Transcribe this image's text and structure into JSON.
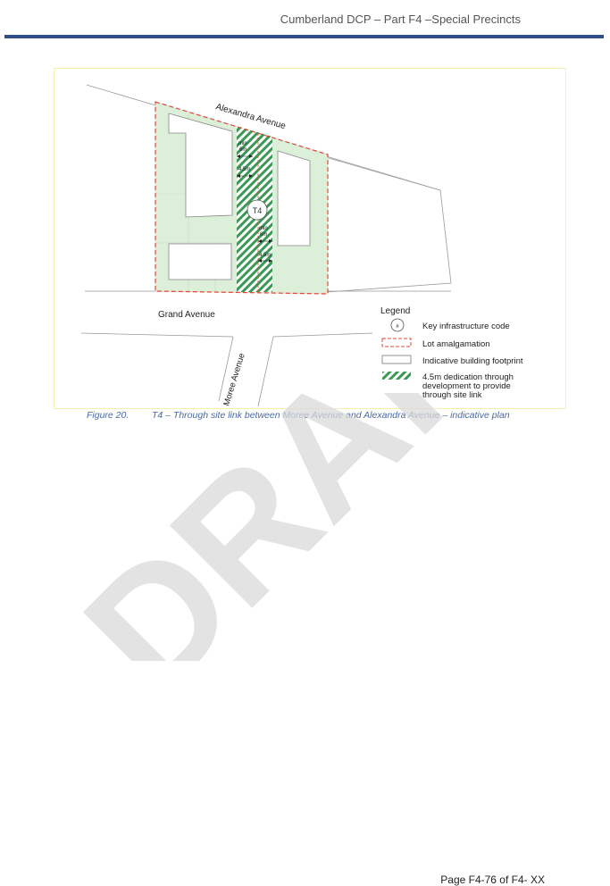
{
  "header": {
    "title": "Cumberland DCP – Part F4 –Special Precincts"
  },
  "figure": {
    "streets": {
      "alexandra": "Alexandra Avenue",
      "grand": "Grand Avenue",
      "moree": "Moree Avenue"
    },
    "labels": {
      "min_top": "min",
      "six_top": "6m",
      "width_top": "4.5m",
      "code": "T4",
      "min_bottom": "min",
      "six_bottom": "6m",
      "width_bottom": "4.5m"
    },
    "legend": {
      "title": "Legend",
      "items": [
        {
          "label": "Key infrastructure code",
          "symbol": "code-circle"
        },
        {
          "label": "Lot amalgamation",
          "symbol": "dashed-red-rect"
        },
        {
          "label": "Indicative building footprint",
          "symbol": "white-rect"
        },
        {
          "label_lines": [
            "4.5m dedication through",
            "development to provide",
            "through site link"
          ],
          "symbol": "green-hatch"
        }
      ],
      "code_symbol": "#"
    },
    "colors": {
      "site_fill": "#dcefd8",
      "lot_line": "#e0473a",
      "hatch": "#3a9a55",
      "building": "#ffffff"
    }
  },
  "caption": {
    "number": "Figure 20.",
    "text": "T4 – Through site link between Moree Avenue and Alexandra Avenue – indicative plan"
  },
  "watermark": "DRAFT",
  "footer": {
    "page": "Page F4-76 of F4- XX"
  }
}
